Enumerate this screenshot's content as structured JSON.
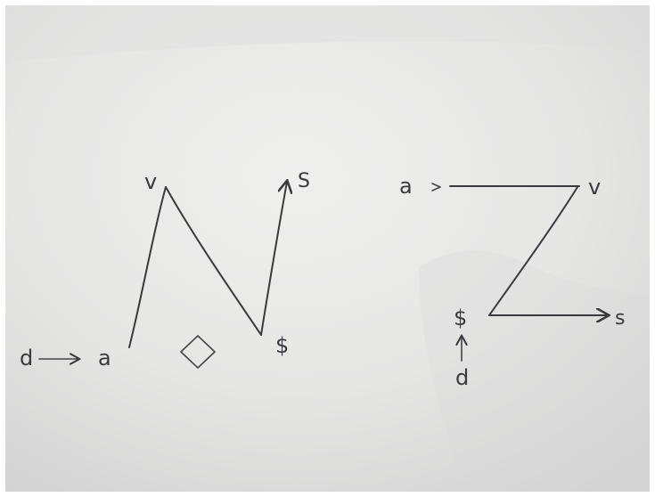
{
  "colors": {
    "ink": "#3a3a3e",
    "paper_light": "#f0f0ef",
    "paper_dark": "#d6d6d6"
  },
  "left_diagram": {
    "label_d": "d",
    "label_a": "a",
    "label_v": "v",
    "label_dollar": "$",
    "label_s": "S",
    "center_shape": "diamond"
  },
  "right_diagram": {
    "label_a": "a",
    "label_v": "v",
    "label_dollar": "$",
    "label_s": "s",
    "label_d": "d"
  }
}
